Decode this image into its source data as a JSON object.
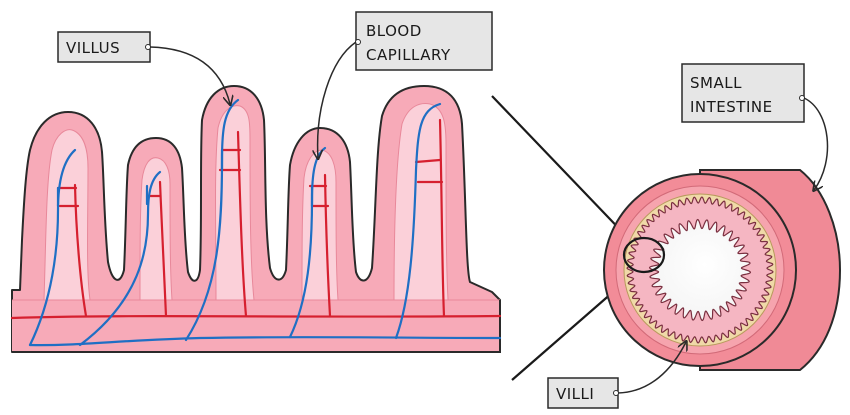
{
  "labels": {
    "villus": "VILLUS",
    "blood_capillary_line1": "BLOOD",
    "blood_capillary_line2": "CAPILLARY",
    "small_intestine_line1": "SMALL",
    "small_intestine_line2": "INTESTINE",
    "villi": "VILLI"
  },
  "colors": {
    "tissue_pink": "#f7aab8",
    "tissue_inner": "#fbd0d9",
    "outline": "#2a2a2a",
    "artery_red": "#d6202f",
    "vein_blue": "#1f6fc4",
    "intestine_outer": "#f08a96",
    "intestine_band": "#f0d9a8",
    "label_bg": "#e6e6e6"
  }
}
